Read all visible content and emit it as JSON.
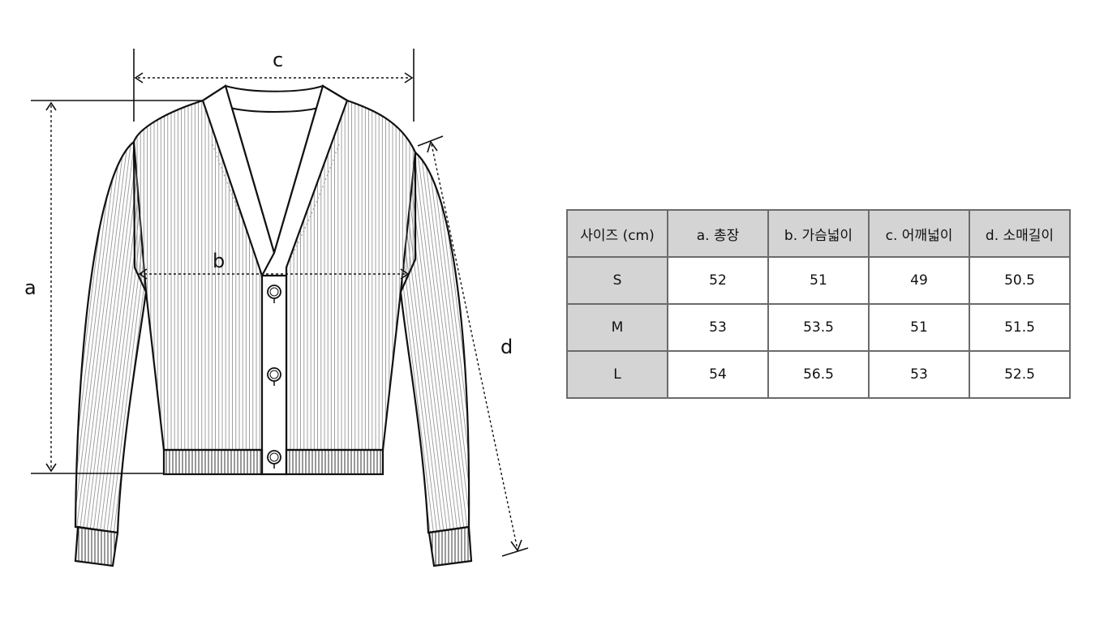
{
  "diagram": {
    "labels": {
      "a": "a",
      "b": "b",
      "c": "c",
      "d": "d"
    },
    "line_color": "#111111",
    "knit_color": "#8a8a8a"
  },
  "table": {
    "headers": [
      "사이즈 (cm)",
      "a. 총장",
      "b. 가슴넓이",
      "c. 어깨넓이",
      "d. 소매길이"
    ],
    "rows": [
      {
        "size": "S",
        "values": [
          "52",
          "51",
          "49",
          "50.5"
        ]
      },
      {
        "size": "M",
        "values": [
          "53",
          "53.5",
          "51",
          "51.5"
        ]
      },
      {
        "size": "L",
        "values": [
          "54",
          "56.5",
          "53",
          "52.5"
        ]
      }
    ],
    "header_bg": "#d4d4d4",
    "border_color": "#6b6b6b"
  }
}
